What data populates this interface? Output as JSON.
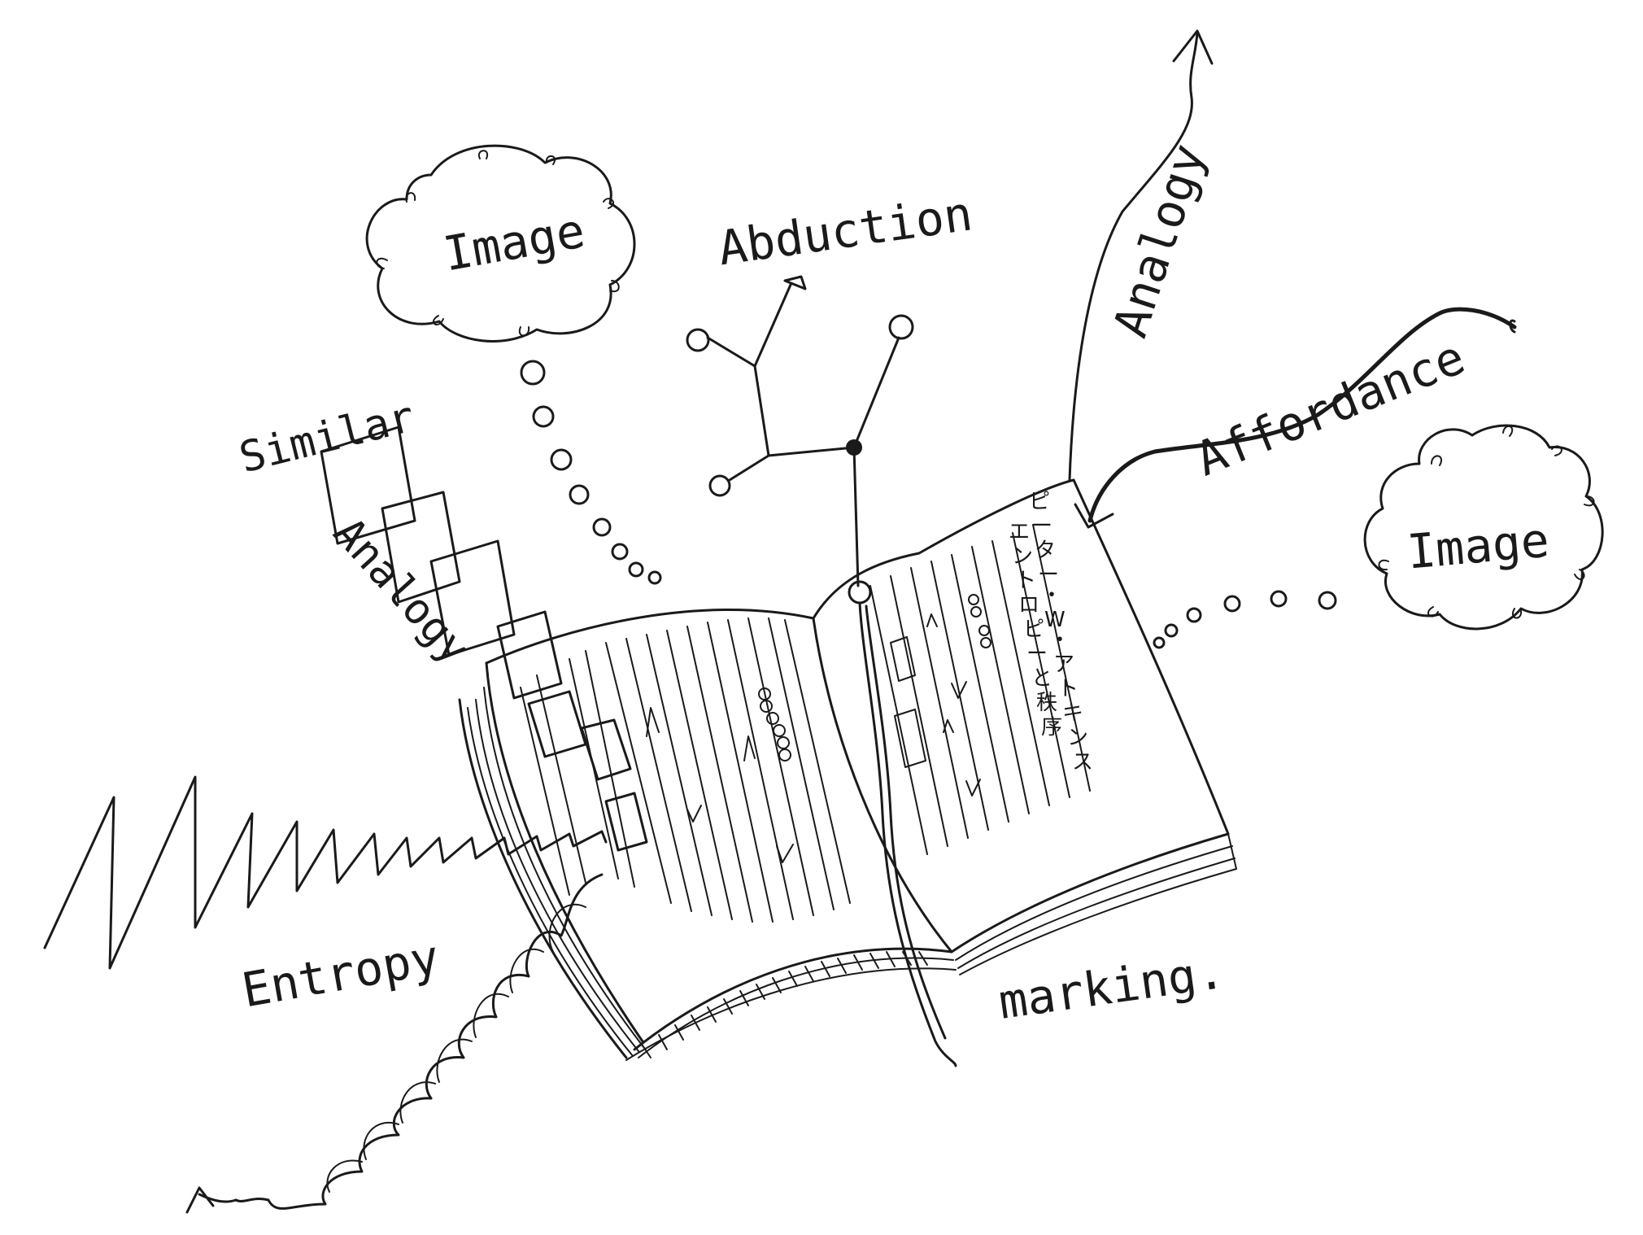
{
  "labels": {
    "image_top": "Image",
    "image_right": "Image",
    "abduction": "Abduction",
    "analogy_up": "Analogy",
    "affordance": "Affordance",
    "similar": "Similar",
    "analogy_left": "Analogy",
    "entropy": "Entropy",
    "marking": "marking."
  },
  "page_notes": [
    "ピ",
    "ー",
    "タ",
    "ー",
    "・",
    "W",
    "・",
    "ア",
    "ト",
    "キ",
    "ン",
    "ス",
    "エ",
    "ン",
    "ト",
    "ロ",
    "ピ",
    "ー",
    "と",
    "秩",
    "序"
  ]
}
